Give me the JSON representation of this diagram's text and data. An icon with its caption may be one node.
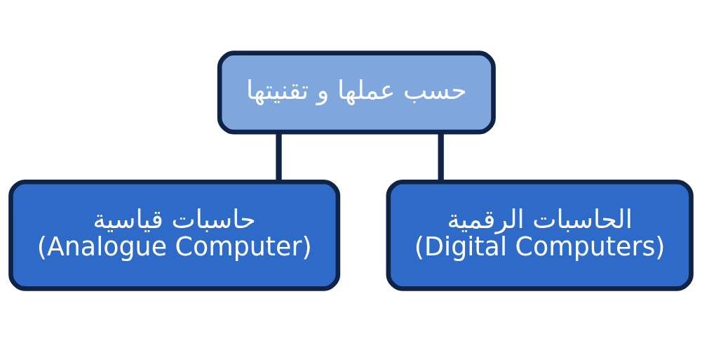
{
  "diagram": {
    "nodes": [
      {
        "text": [
          "حسب عملها و تقنيتها"
        ]
      },
      {
        "text": [
          "حاسبات قياسية",
          "(Analogue Computer)"
        ]
      },
      {
        "text": [
          "الحاسبات الرقمية",
          "(Digital Computers)"
        ]
      }
    ],
    "edges": [
      {
        "from": 0,
        "to": 1,
        "arrow": "none"
      },
      {
        "from": 0,
        "to": 2,
        "arrow": "none"
      }
    ]
  }
}
